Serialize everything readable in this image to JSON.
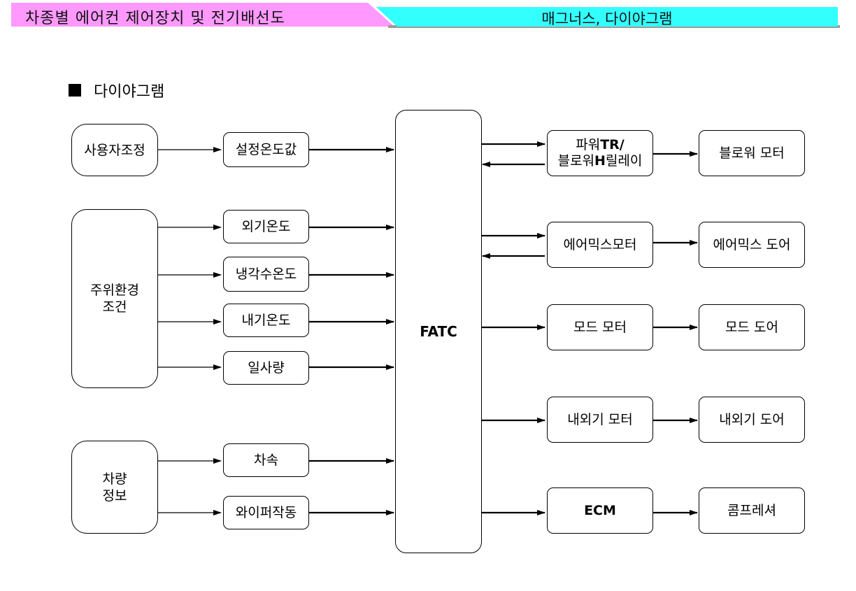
{
  "header": {
    "left_title": "차종별 에어컨 제어장치 및 전기배선도",
    "right_title": "매그너스, 다이야그램"
  },
  "section_title": "다이야그램",
  "sources": {
    "user_control": "사용자조정",
    "ambient_line1": "주위환경",
    "ambient_line2": "조건",
    "vehicle_line1": "차량",
    "vehicle_line2": "정보"
  },
  "inputs": {
    "set_temp": "설정온도값",
    "outside_temp": "외기온도",
    "coolant_temp": "냉각수온도",
    "inside_temp": "내기온도",
    "solar": "일사량",
    "vehicle_speed": "차속",
    "wiper": "와이퍼작동"
  },
  "controller": "FATC",
  "outputs": {
    "power_tr_prefix": "파워",
    "power_tr_bold": "TR/",
    "blower_relay_prefix": "블로워",
    "blower_relay_bold": "H",
    "blower_relay_suffix": "릴레이",
    "mix_motor": "에어믹스모터",
    "mode_motor": "모드 모터",
    "intake_motor": "내외기 모터",
    "ecm": "ECM"
  },
  "actuators": {
    "blower_motor": "블로워 모터",
    "mix_door": "에어믹스 도어",
    "mode_door": "모드 도어",
    "intake_door": "내외기 도어",
    "compressor": "콤프레셔"
  }
}
